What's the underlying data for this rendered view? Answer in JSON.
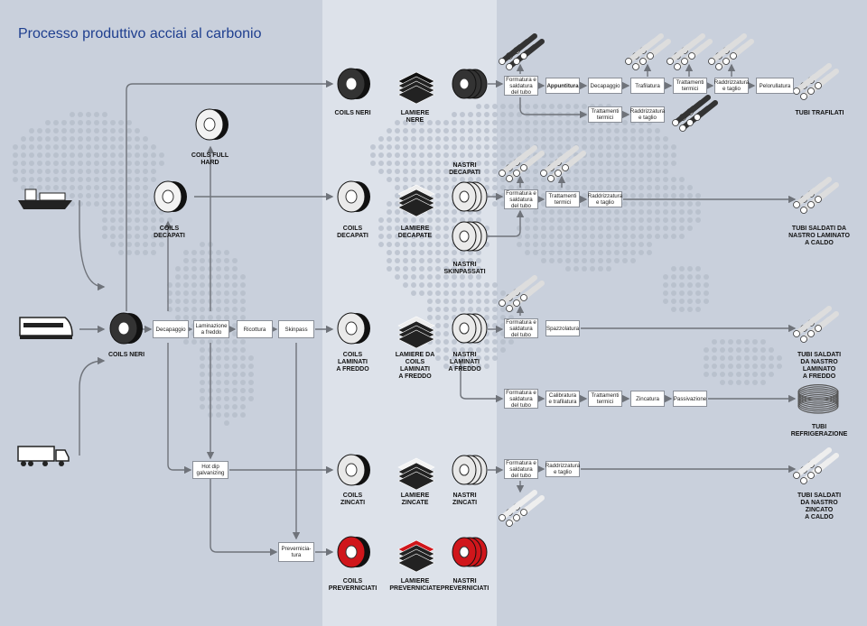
{
  "title": "Processo produttivo acciai al carbonio",
  "colors": {
    "accent": "#1f3f8f",
    "coil_dark": "#2b2b2b",
    "coil_zinc": "#e8e8e8",
    "coil_red": "#d0161b",
    "arrow": "#6f737a",
    "dots": "#b3bbc8"
  },
  "steps": {
    "decapaggio": "Decapaggio",
    "laminazione": "Laminazione\na freddo",
    "ricottura": "Ricottura",
    "skinpass": "Skinpass",
    "hotdip": "Hot dip\ngalvanizing",
    "preverniciatura": "Preverniciа-\ntura",
    "formatura": "Formatura e\nsaldatura\ndel tubo",
    "appuntitura": "Appuntitura",
    "trafilatura": "Trafilatura",
    "trattamenti": "Trattamenti\ntermici",
    "raddrizzatura": "Raddrizzatura\ne taglio",
    "pelorullatura": "Pelorullatura",
    "spazzolatura": "Spazzolatura",
    "calibratura": "Calibratura\ne trafilatura",
    "zincatura": "Zincatura",
    "passivazione": "Passivazione"
  },
  "labels": {
    "coils_neri": "COILS NERI",
    "coils_full_hard": "COILS FULL\nHARD",
    "coils_decapati": "COILS\nDECAPATI",
    "lamiere_nere": "LAMIERE\nNERE",
    "nastri_decapati": "NASTRI\nDECAPATI",
    "lamiere_decapate": "LAMIERE\nDECAPATE",
    "nastri_skinpassati": "NASTRI\nSKINPASSATI",
    "coils_laminati": "COILS\nLAMINATI\nA FREDDO",
    "lamiere_da_coils": "LAMIERE DA COILS\nLAMINATI\nA FREDDO",
    "nastri_laminati": "NASTRI\nLAMINATI\nA FREDDO",
    "coils_zincati": "COILS\nZINCATI",
    "lamiere_zincate": "LAMIERE\nZINCATE",
    "nastri_zincati": "NASTRI\nZINCATI",
    "coils_preverniciati": "COILS\nPREVERNICIATI",
    "lamiere_preverniciate": "LAMIERE\nPREVERNICIATE",
    "nastri_preverniciati": "NASTRI\nPREVERNICIATI",
    "tubi_trafilati": "TUBI TRAFILATI",
    "tubi_saldati_caldo": "TUBI SALDATI DA\nNASTRO LAMINATO\nA CALDO",
    "tubi_saldati_freddo": "TUBI SALDATI\nDA NASTRO\nLAMINATO\nA FREDDO",
    "tubi_refrigerazione": "TUBI\nREFRIGERAZIONE",
    "tubi_saldati_zincato": "TUBI SALDATI\nDA NASTRO\nZINCATO\nA CALDO"
  }
}
